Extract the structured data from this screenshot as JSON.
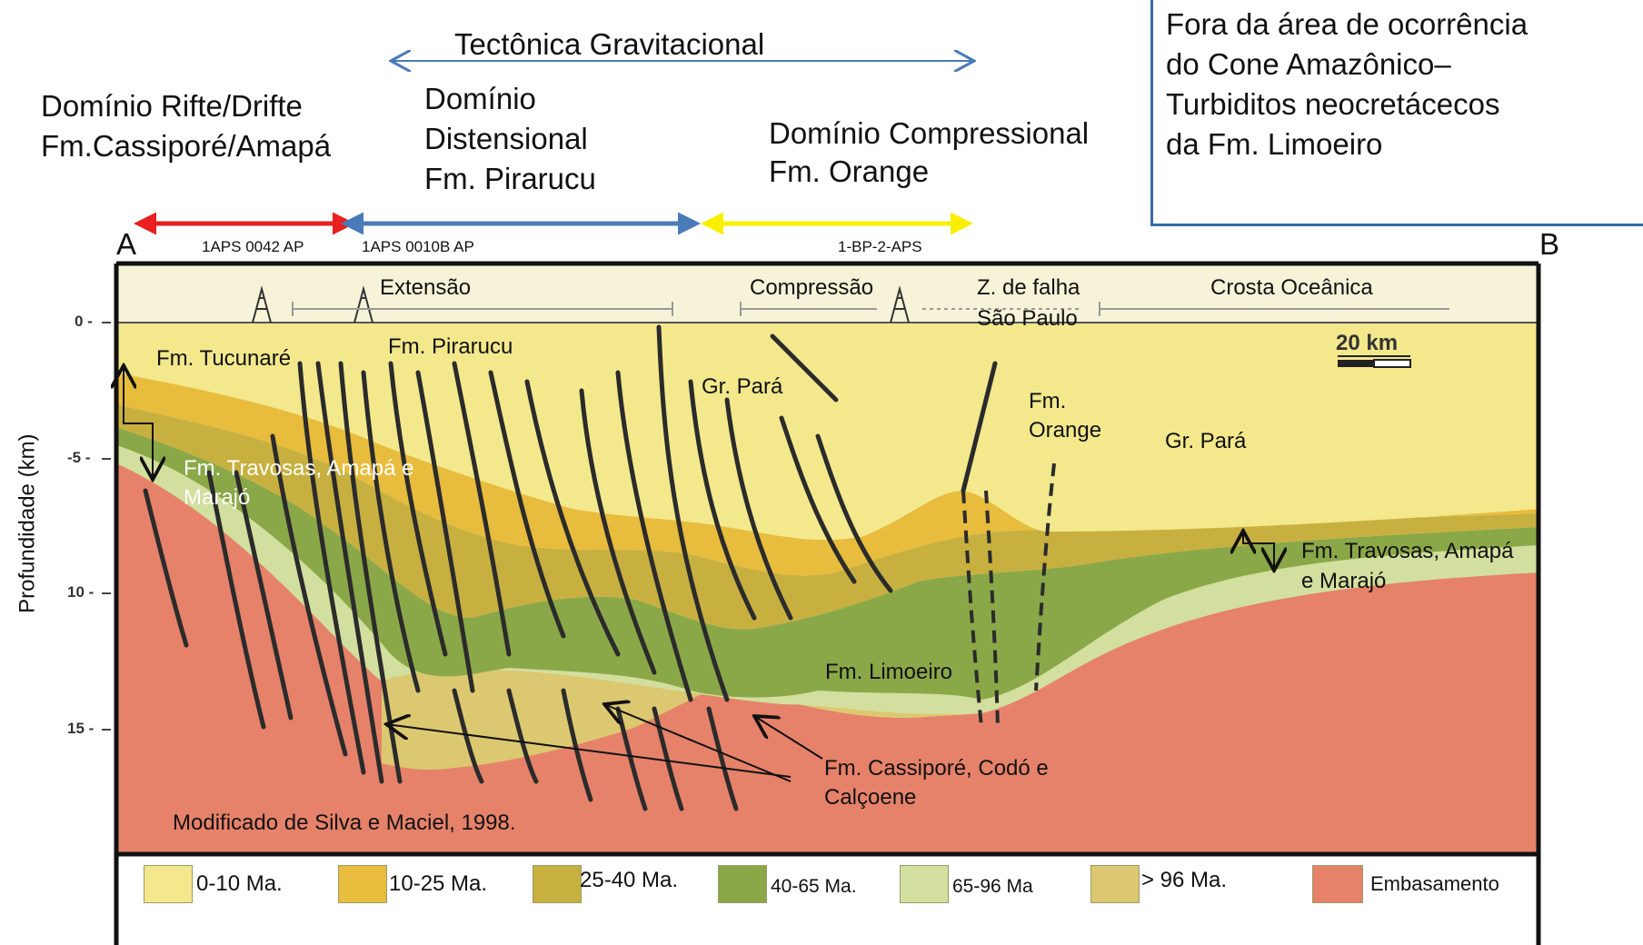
{
  "header": {
    "gravitational": "Tectônica Gravitacional",
    "rift_line1": "Domínio Rifte/Drifte",
    "rift_line2": "Fm.Cassiporé/Amapá",
    "dist_line1": "Domínio",
    "dist_line2": "Distensional",
    "dist_line3": "Fm. Pirarucu",
    "comp_line1": "Domínio Compressional",
    "comp_line2": "Fm. Orange"
  },
  "note_box": {
    "line1": "Fora da área de ocorrência",
    "line2": "do Cone Amazônico–",
    "line3": "Turbiditos neocretácecos",
    "line4": "da Fm. Limoeiro"
  },
  "wells": {
    "w1": "1APS 0042 AP",
    "w2": "1APS 0010B AP",
    "w3": "1-BP-2-APS"
  },
  "section_ends": {
    "left": "A",
    "right": "B"
  },
  "zones": {
    "extensao": "Extensão",
    "compressao": "Compressão",
    "zfalha1": "Z. de falha",
    "zfalha2": "São Paulo",
    "crosta": "Crosta Oceânica"
  },
  "scale_bar": "20 km",
  "y_axis": {
    "label": "Profundidade (km)",
    "ticks": [
      "0 -",
      "-5 -",
      "10 -",
      "15 -"
    ]
  },
  "units": {
    "tucunare": "Fm. Tucunaré",
    "pirarucu": "Fm. Pirarucu",
    "para_left": "Gr. Pará",
    "orange1": "Fm.",
    "orange2": "Orange",
    "para_right": "Gr. Pará",
    "travosas_left1": "Fm. Travosas, Amapá e",
    "travosas_left2": "Marajó",
    "travosas_right1": "Fm. Travosas, Amapá",
    "travosas_right2": "e Marajó",
    "limoeiro": "Fm. Limoeiro",
    "cassipore1": "Fm. Cassiporé, Codó e",
    "cassipore2": "Calçoene",
    "credit": "Modificado de Silva e Maciel, 1998."
  },
  "legend": [
    {
      "label": "0-10 Ma.",
      "color": "#f3e88c"
    },
    {
      "label": "10-25 Ma.",
      "color": "#e8bc3c"
    },
    {
      "label": "25-40 Ma.",
      "color": "#c8b040"
    },
    {
      "label": "40-65 Ma.",
      "color": "#8aa848"
    },
    {
      "label": "65-96 Ma",
      "color": "#d2df9e"
    },
    {
      "label": "> 96 Ma.",
      "color": "#dcc870"
    },
    {
      "label": "Embasamento",
      "color": "#e6826a"
    }
  ],
  "colors": {
    "rift_arrow": "#e82020",
    "distensional_arrow": "#4a7ab8",
    "compressional_arrow": "#f8f000",
    "box_border": "#3a6aa8"
  }
}
